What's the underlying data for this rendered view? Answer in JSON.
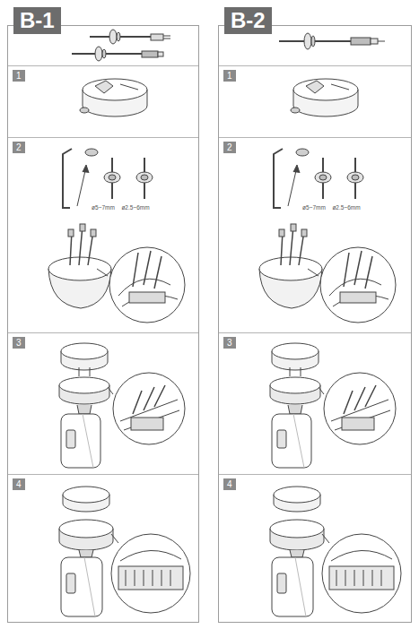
{
  "diagram": {
    "nodes": [
      {
        "text": [
          "B-1"
        ]
      },
      {
        "text": [
          "1"
        ],
        "in": 0
      },
      {
        "text": [
          "2"
        ],
        "in": 0
      },
      {
        "text": [
          "3"
        ],
        "in": 0
      },
      {
        "text": [
          "4"
        ],
        "in": 0
      },
      {
        "text": [
          "B-2"
        ]
      },
      {
        "text": [
          "1"
        ],
        "in": 5
      },
      {
        "text": [
          "2"
        ],
        "in": 5
      },
      {
        "text": [
          "3"
        ],
        "in": 5
      },
      {
        "text": [
          "4"
        ],
        "in": 5
      }
    ],
    "labels": [
      "ø5~7mm",
      "ø2.5~6mm",
      "ø5~7mm",
      "ø2.5~6mm"
    ]
  }
}
